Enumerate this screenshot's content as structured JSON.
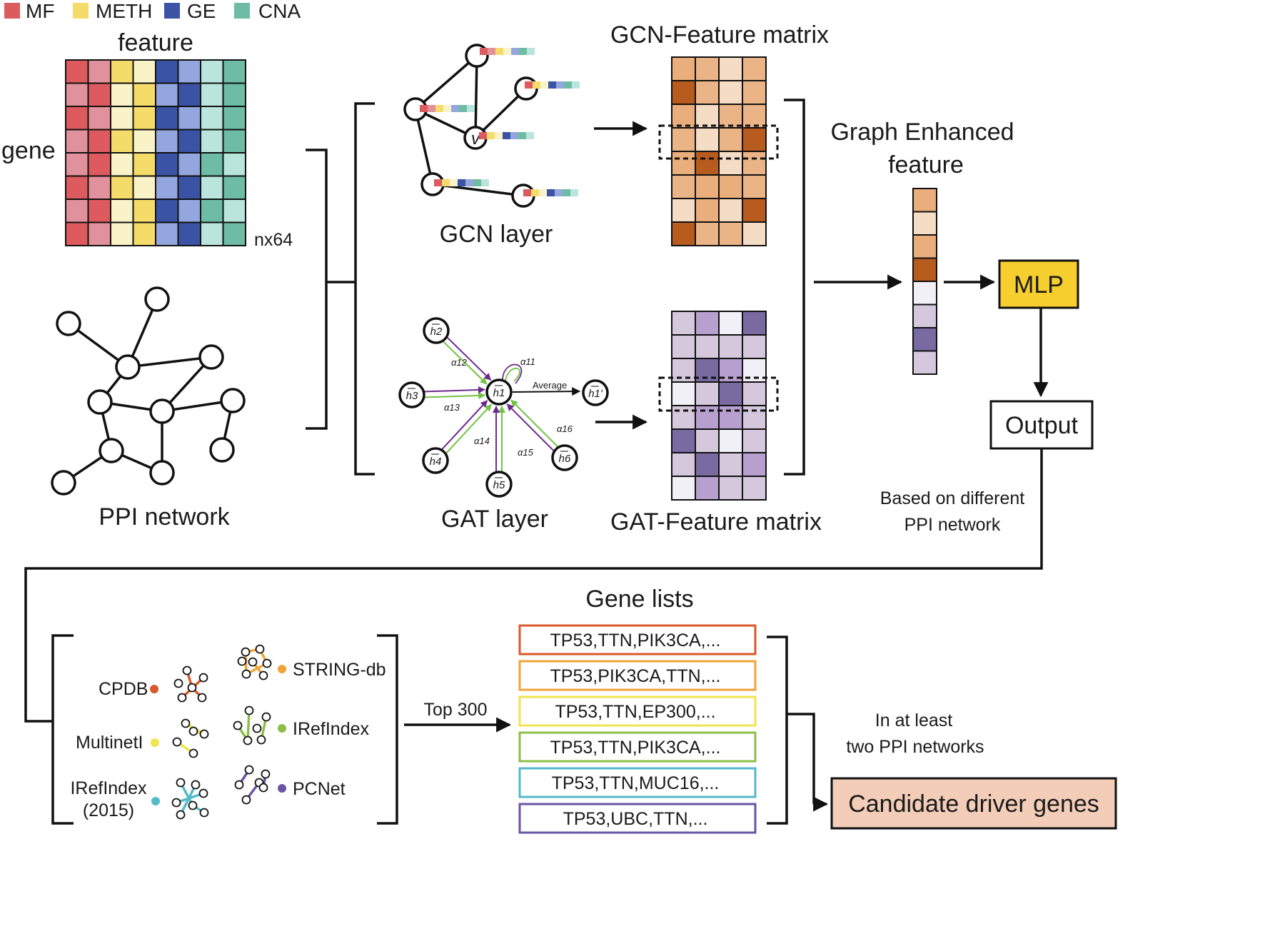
{
  "colors": {
    "MF_dark": "#dd5a5e",
    "MF_light": "#e1919b",
    "METH_dark": "#f5dc6a",
    "METH_light": "#fbf3c8",
    "GE_dark": "#3a53a4",
    "GE_light": "#93a6dd",
    "CNA_dark": "#6dbca3",
    "CNA_light": "#b9e5dc",
    "gcn_palette": [
      "#f4dcc5",
      "#ebb487",
      "#e9ae7c",
      "#b85b1e"
    ],
    "gat_palette": [
      "#f2f0f7",
      "#d5c8dd",
      "#b79fcf",
      "#7a6aa2"
    ],
    "mlp": "#f6ce2d",
    "candidate": "#f3cdb8",
    "CPDB": "#d9582a",
    "MultiNetI": "#f2e44b",
    "IRefIndex2015": "#54b9c9",
    "STRING": "#f0a43a",
    "IRefIndex": "#8dbf48",
    "PCNet": "#6a54a6"
  },
  "legend": [
    {
      "label": "MF",
      "color": "#dd5a5e"
    },
    {
      "label": "METH",
      "color": "#f5dc6a"
    },
    {
      "label": "GE",
      "color": "#3a53a4"
    },
    {
      "label": "CNA",
      "color": "#6dbca3"
    }
  ],
  "feature": {
    "title": "feature",
    "row_label": "gene",
    "size_label": "nx64"
  },
  "ppi": {
    "label": "PPI network"
  },
  "gcn": {
    "label": "GCN layer",
    "node_symbol": "v"
  },
  "gat": {
    "label": "GAT layer",
    "average": "Average",
    "center": "h1",
    "output": "h1'",
    "neighbors": [
      "h2",
      "h3",
      "h4",
      "h5",
      "h6"
    ],
    "alphas": [
      "α11",
      "α12",
      "α13",
      "α14",
      "α15",
      "α16"
    ]
  },
  "gcn_matrix": {
    "title": "GCN-Feature matrix",
    "values": [
      [
        2,
        1,
        0,
        1
      ],
      [
        3,
        1,
        0,
        1
      ],
      [
        2,
        0,
        1,
        1
      ],
      [
        1,
        0,
        1,
        3
      ],
      [
        2,
        3,
        0,
        1
      ],
      [
        1,
        2,
        2,
        1
      ],
      [
        0,
        2,
        0,
        3
      ],
      [
        3,
        1,
        1,
        0
      ]
    ]
  },
  "gat_matrix": {
    "title": "GAT-Feature matrix",
    "values": [
      [
        1,
        2,
        0,
        3
      ],
      [
        1,
        1,
        1,
        1
      ],
      [
        1,
        3,
        2,
        0
      ],
      [
        0,
        1,
        3,
        1
      ],
      [
        1,
        2,
        2,
        1
      ],
      [
        3,
        1,
        0,
        1
      ],
      [
        1,
        3,
        1,
        2
      ],
      [
        0,
        2,
        1,
        1
      ]
    ]
  },
  "enhanced": {
    "title_line1": "Graph Enhanced",
    "title_line2": "feature",
    "cells": [
      "#e9ae7c",
      "#f4dcc5",
      "#e9ae7c",
      "#b85b1e",
      "#f2f0f7",
      "#d5c8dd",
      "#7a6aa2",
      "#d5c8dd"
    ]
  },
  "mlp": {
    "label": "MLP"
  },
  "output": {
    "label": "Output"
  },
  "note_different": {
    "line1": "Based on different",
    "line2": "PPI network"
  },
  "networks": [
    {
      "name": "CPDB",
      "color": "#d9582a"
    },
    {
      "name": "MultinetI",
      "color": "#f2e44b"
    },
    {
      "name_line1": "IRefIndex",
      "name_line2": "(2015)",
      "color": "#54b9c9"
    },
    {
      "name": "STRING-db",
      "color": "#f0a43a"
    },
    {
      "name": "IRefIndex",
      "color": "#8dbf48"
    },
    {
      "name": "PCNet",
      "color": "#6a54a6"
    }
  ],
  "top_label": "Top 300",
  "gene_lists": {
    "title": "Gene lists",
    "items": [
      {
        "text": "TP53,TTN,PIK3CA,...",
        "color": "#d9582a"
      },
      {
        "text": "TP53,PIK3CA,TTN,...",
        "color": "#f0a43a"
      },
      {
        "text": "TP53,TTN,EP300,...",
        "color": "#f2e44b"
      },
      {
        "text": "TP53,TTN,PIK3CA,...",
        "color": "#8dbf48"
      },
      {
        "text": "TP53,TTN,MUC16,...",
        "color": "#54b9c9"
      },
      {
        "text": "TP53,UBC,TTN,...",
        "color": "#6a54a6"
      }
    ]
  },
  "note_atleast": {
    "line1": "In at least",
    "line2": "two PPI networks"
  },
  "candidate": {
    "label": "Candidate driver genes"
  }
}
